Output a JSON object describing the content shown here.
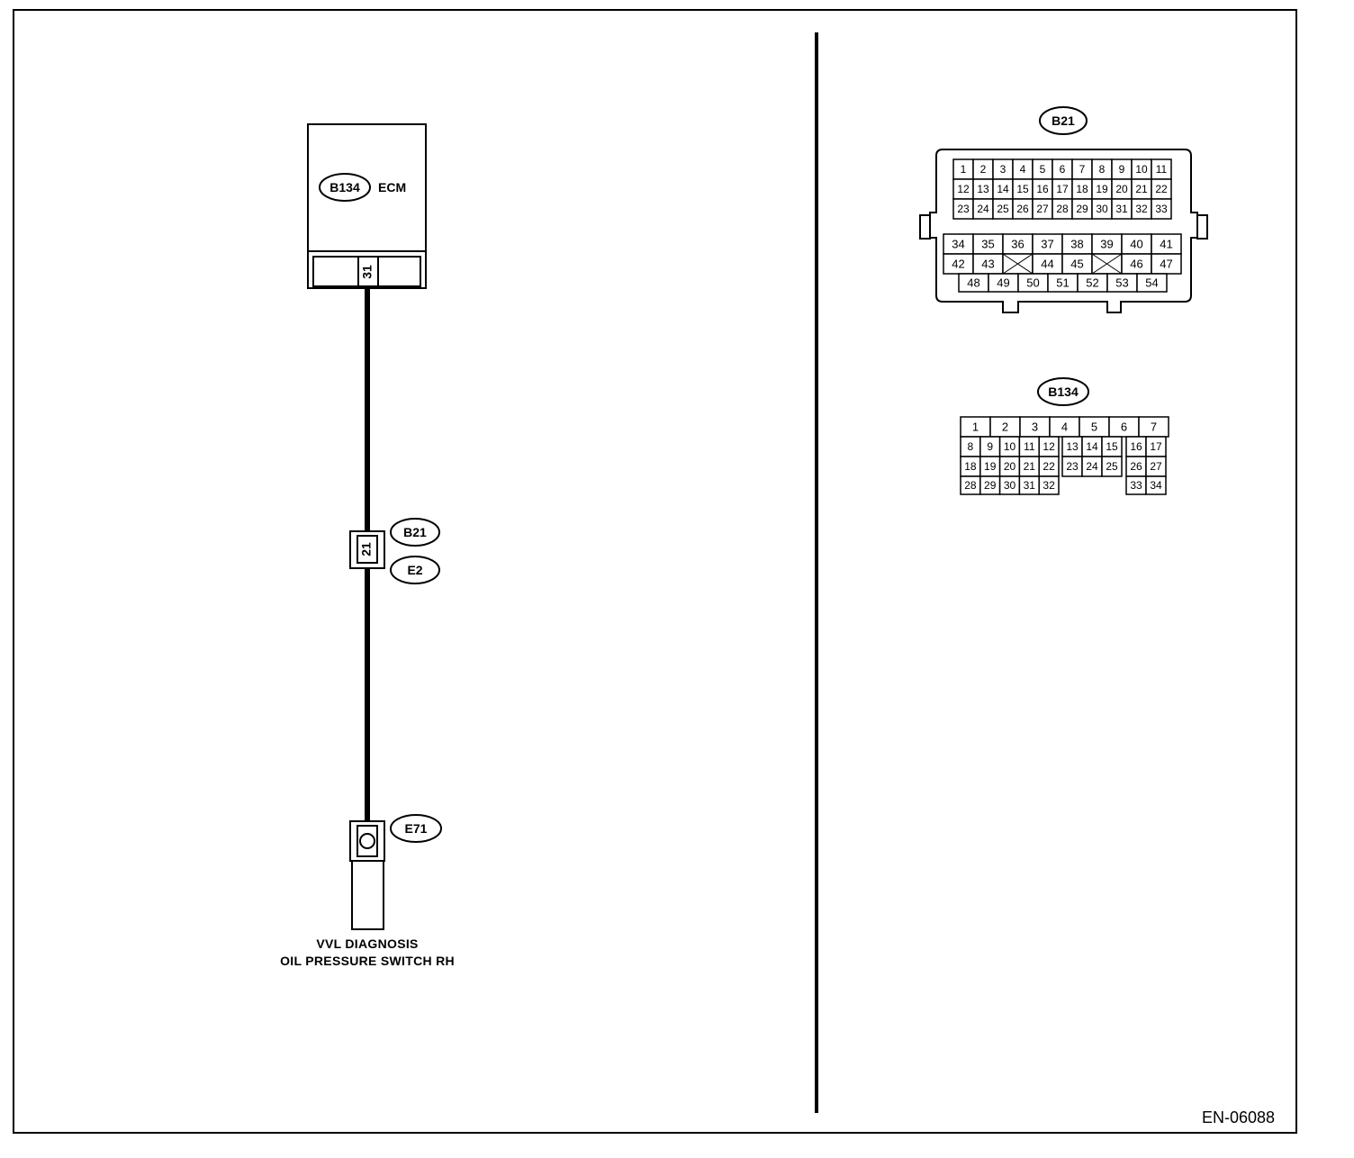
{
  "wiring": {
    "ecm": {
      "connector_id": "B134",
      "label": "ECM",
      "terminal": "31"
    },
    "junction": {
      "connector_a": "B21",
      "connector_b": "E2",
      "terminal": "21"
    },
    "sensor": {
      "connector_id": "E71",
      "caption_line1": "VVL DIAGNOSIS",
      "caption_line2": "OIL PRESSURE SWITCH RH"
    }
  },
  "connector_views": {
    "b21": {
      "title": "B21",
      "top_rows": [
        [
          "1",
          "2",
          "3",
          "4",
          "5",
          "6",
          "7",
          "8",
          "9",
          "10",
          "11"
        ],
        [
          "12",
          "13",
          "14",
          "15",
          "16",
          "17",
          "18",
          "19",
          "20",
          "21",
          "22"
        ],
        [
          "23",
          "24",
          "25",
          "26",
          "27",
          "28",
          "29",
          "30",
          "31",
          "32",
          "33"
        ]
      ],
      "row_a": [
        "34",
        "35",
        "36",
        "37",
        "38",
        "39",
        "40",
        "41"
      ],
      "row_b": [
        "42",
        "43",
        "",
        "44",
        "45",
        "",
        "46",
        "47"
      ],
      "row_c": [
        "48",
        "49",
        "50",
        "51",
        "52",
        "53",
        "54"
      ]
    },
    "b134": {
      "title": "B134",
      "row1": [
        "1",
        "2",
        "3",
        "4",
        "5",
        "6",
        "7"
      ],
      "row2_left": [
        "8",
        "9",
        "10",
        "11",
        "12"
      ],
      "row2_mid": [
        "13",
        "14",
        "15"
      ],
      "row2_right": [
        "16",
        "17"
      ],
      "row3_left": [
        "18",
        "19",
        "20",
        "21",
        "22"
      ],
      "row3_mid": [
        "23",
        "24",
        "25"
      ],
      "row3_right": [
        "26",
        "27"
      ],
      "row4_left": [
        "28",
        "29",
        "30",
        "31",
        "32"
      ],
      "row4_right": [
        "33",
        "34"
      ]
    }
  },
  "figure_id": "EN-06088"
}
